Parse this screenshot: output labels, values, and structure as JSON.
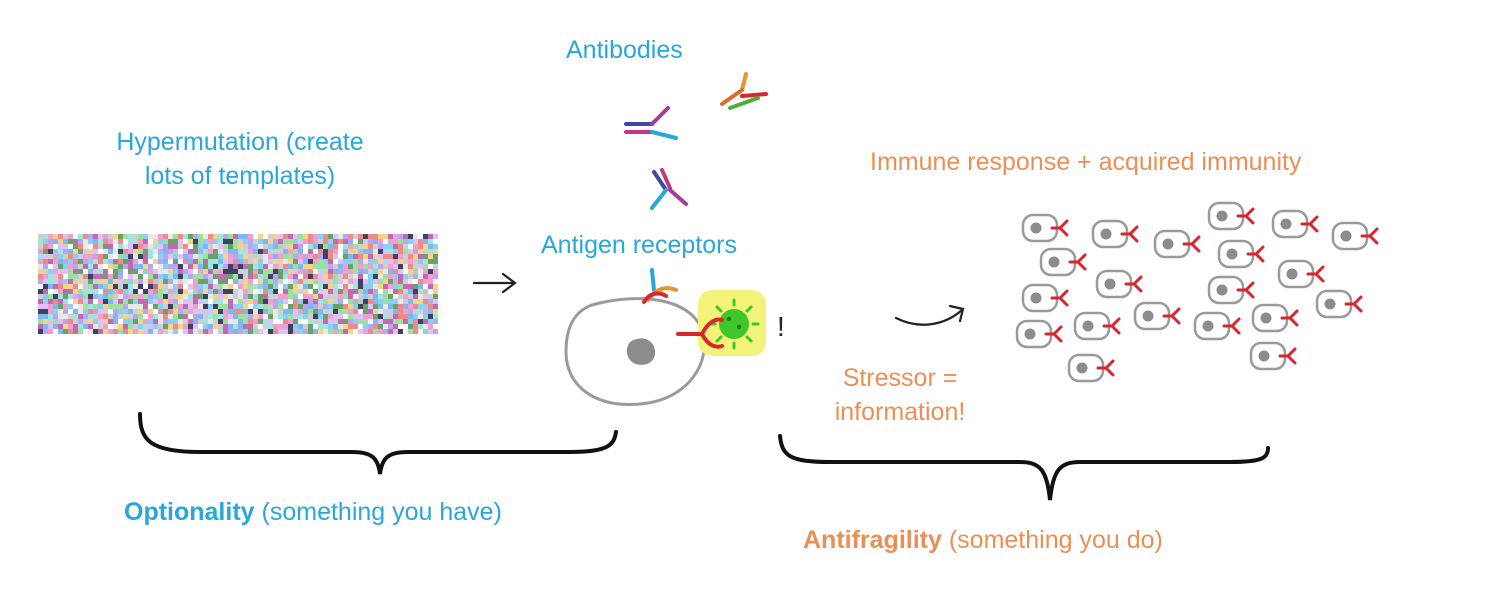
{
  "labels": {
    "hypermutation_line1": "Hypermutation (create",
    "hypermutation_line2": "lots of templates)",
    "antibodies": "Antibodies",
    "antigen_receptors": "Antigen receptors",
    "exclamation": "!",
    "immune_response": "Immune response + acquired immunity",
    "stressor_line1": "Stressor =",
    "stressor_line2": "information!",
    "optionality_bold": "Optionality",
    "optionality_rest": " (something you have)",
    "antifragility_bold": "Antifragility",
    "antifragility_rest": " (something you do)"
  },
  "colors": {
    "blue_text": "#2aa6d8",
    "orange_text": "#ea8f55",
    "cell_outline": "#9a9a9a",
    "nucleus": "#8c8c8c",
    "receptor_red": "#d9262e",
    "pathogen_green": "#3fc62b",
    "highlight_yellow": "#f3f37a"
  }
}
